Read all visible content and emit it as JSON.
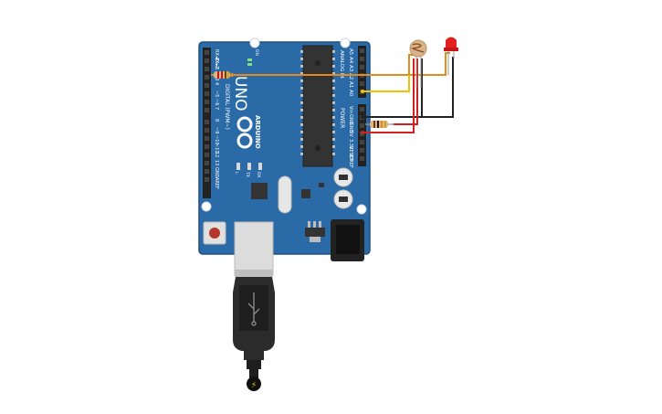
{
  "board": {
    "brand": "ARDUINO",
    "model": "UNO",
    "on_label": "ON",
    "led_labels": [
      "L",
      "TX",
      "RX"
    ],
    "section_digital": "DIGITAL (PWM~)",
    "section_analog": "ANALOG IN",
    "section_power": "POWER",
    "digital_pins": [
      "RX◄0",
      "TX►1",
      "2",
      "~3",
      "4",
      "~5",
      "~6",
      "7",
      "8",
      "~9",
      "~10",
      "~11",
      "12",
      "13",
      "GND",
      "AREF"
    ],
    "analog_pins": [
      "A5",
      "A4",
      "A3",
      "A2",
      "A1",
      "A0"
    ],
    "power_pins": [
      "Vin",
      "GND",
      "GND",
      "5V",
      "3.3V",
      "RESET",
      "IOREF"
    ]
  },
  "components": {
    "photoresistor": "photoresistor",
    "led": "red-led",
    "resistor_led": "resistor",
    "resistor_ldr": "resistor"
  },
  "colors": {
    "board": "#2a6aa6",
    "board_dark": "#1f4f80",
    "wire_orange": "#e78a1b",
    "wire_yellow": "#f2c200",
    "wire_red": "#d42020",
    "wire_black": "#222222",
    "led": "#e22020"
  }
}
